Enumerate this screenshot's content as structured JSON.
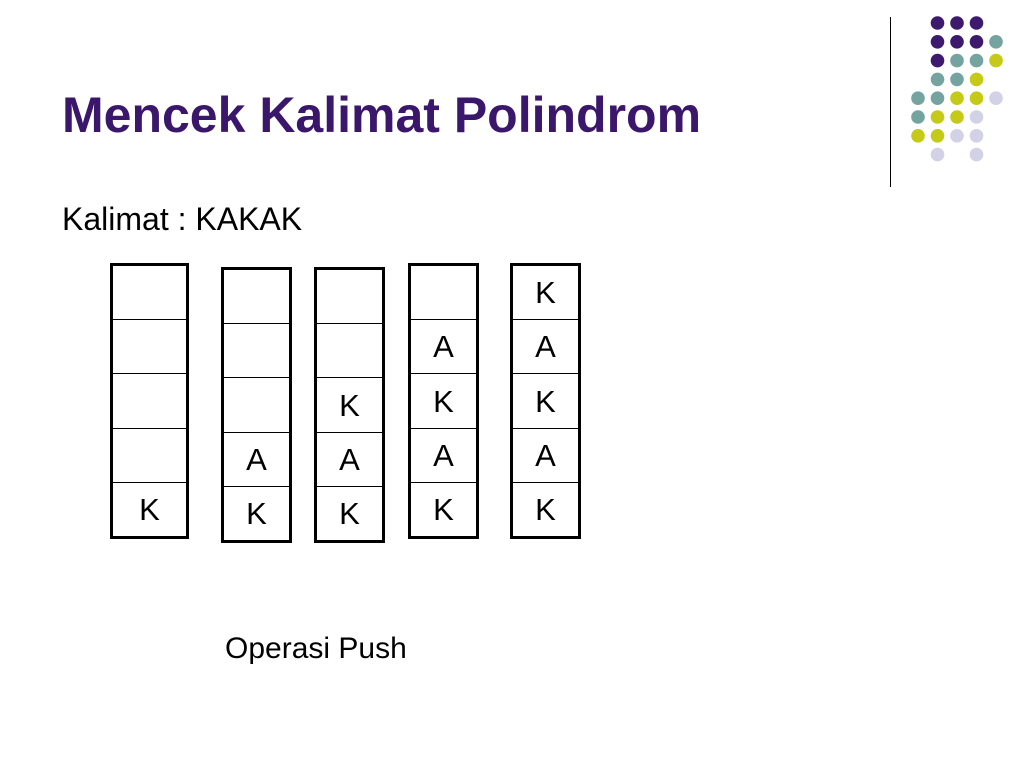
{
  "slide": {
    "title": "Mencek Kalimat Polindrom",
    "subtitle": "Kalimat : KAKAK",
    "caption": "Operasi Push"
  },
  "colors": {
    "title": "#3a176a",
    "dot_purple": "#3d1a6e",
    "dot_teal": "#74a3a0",
    "dot_yellow": "#c5c917",
    "dot_lavender": "#d2d1e6"
  },
  "stacks": [
    {
      "cells": [
        "",
        "",
        "",
        "",
        "K"
      ]
    },
    {
      "cells": [
        "",
        "",
        "",
        "A",
        "K"
      ]
    },
    {
      "cells": [
        "",
        "",
        "K",
        "A",
        "K"
      ]
    },
    {
      "cells": [
        "",
        "A",
        "K",
        "A",
        "K"
      ]
    },
    {
      "cells": [
        "K",
        "A",
        "K",
        "A",
        "K"
      ]
    }
  ]
}
